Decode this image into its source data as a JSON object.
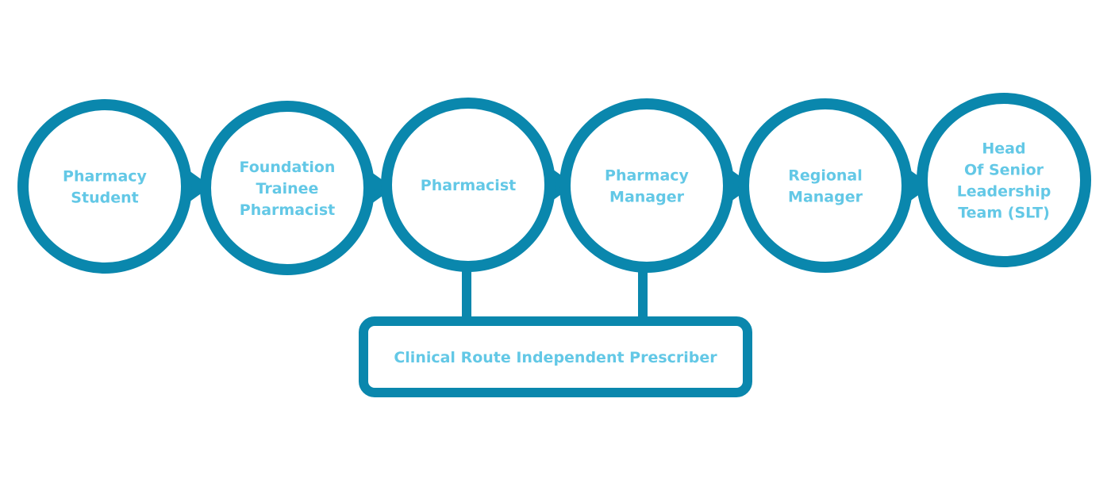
{
  "colors": {
    "ring": "#0a87ad",
    "text": "#63c8e6",
    "background": "#ffffff"
  },
  "career_path": [
    {
      "id": "pharmacy-student",
      "lines": [
        "Pharmacy",
        "Student"
      ]
    },
    {
      "id": "foundation-trainee-pharmacist",
      "lines": [
        "Foundation",
        "Trainee",
        "Pharmacist"
      ]
    },
    {
      "id": "pharmacist",
      "lines": [
        "Pharmacist"
      ]
    },
    {
      "id": "pharmacy-manager",
      "lines": [
        "Pharmacy",
        "Manager"
      ]
    },
    {
      "id": "regional-manager",
      "lines": [
        "Regional",
        "Manager"
      ]
    },
    {
      "id": "head-of-slt",
      "lines": [
        "Head",
        "Of Senior",
        "Leadership",
        "Team (SLT)"
      ]
    }
  ],
  "clinical_route": {
    "label": "Clinical Route Independent Prescriber",
    "connected_from": [
      "pharmacist",
      "pharmacy-manager"
    ]
  }
}
